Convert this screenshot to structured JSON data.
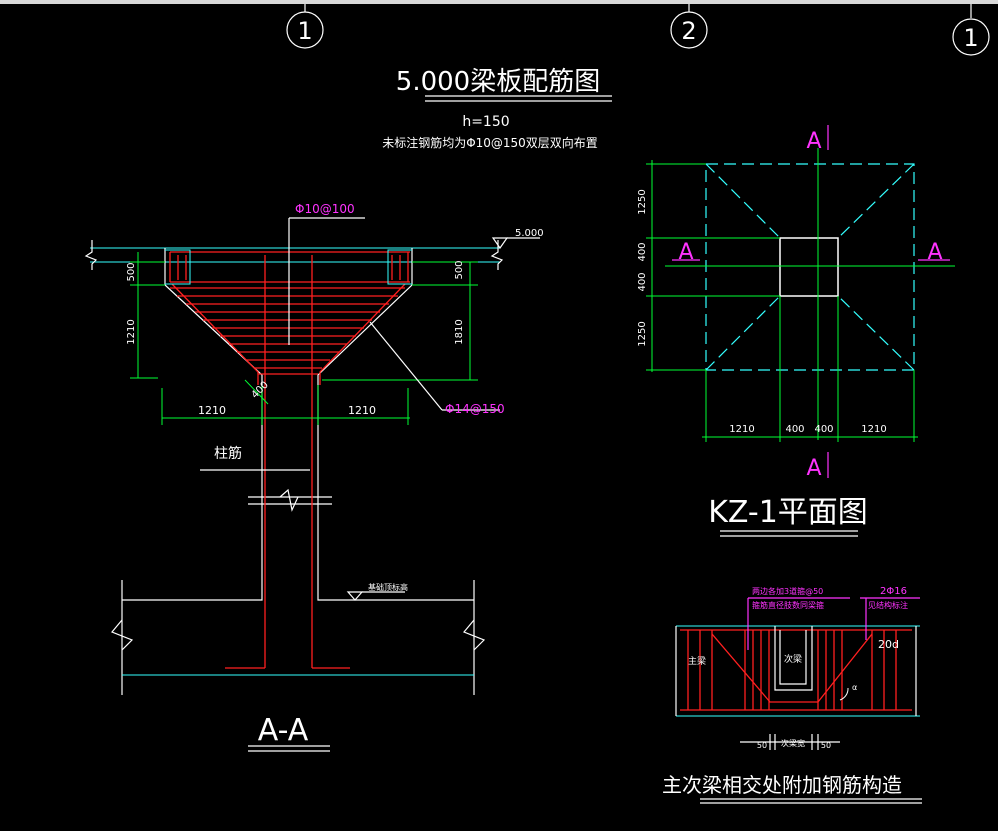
{
  "axes": {
    "axis_1_left": "1",
    "axis_2": "2",
    "axis_1_right": "1"
  },
  "slab_plan": {
    "title": "5.000梁板配筋图",
    "thickness": "h=150",
    "note": "未标注钢筋均为Φ10@150双层双向布置"
  },
  "section_aa": {
    "title": "A-A",
    "top_rebar": "Φ10@100",
    "slope_rebar": "Φ14@150",
    "elevation": "5.000",
    "dim_left_top": "500",
    "dim_left_haunch": "1210",
    "dim_right_top": "500",
    "dim_right_haunch": "1810",
    "dim_bottom_left": "1210",
    "dim_bottom_right": "1210",
    "dim_diag": "400",
    "column_bar_label": "柱筋",
    "foundation_label": "基础顶标高"
  },
  "kz1_plan": {
    "title": "KZ-1平面图",
    "section_mark": "A",
    "dim_v_top": "1250",
    "dim_v_mid_upper": "400",
    "dim_v_mid_lower": "400",
    "dim_v_bottom": "1250",
    "dim_h_left": "1210",
    "dim_h_mid_left": "400",
    "dim_h_mid_right": "400",
    "dim_h_right": "1210"
  },
  "beam_detail": {
    "title": "主次梁相交处附加钢筋构造",
    "note_1": "两边各加3道箍@50",
    "note_2": "箍筋直径肢数同梁箍",
    "note_3": "2Φ16",
    "note_4": "见结构标注",
    "anchor_label": "20d",
    "main_beam": "主梁",
    "secondary_beam": "次梁",
    "dim_left": "50",
    "dim_mid": "次梁宽",
    "dim_right": "50",
    "angle": "α"
  }
}
